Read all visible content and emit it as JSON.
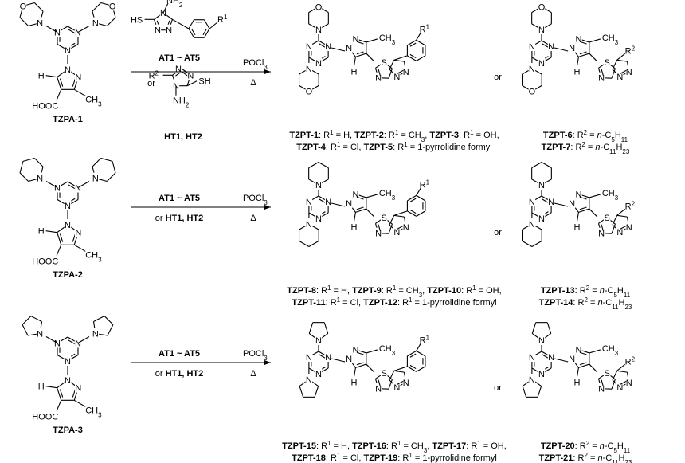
{
  "rows": [
    {
      "start": {
        "label": "TZPA-1",
        "amine": "morpholine"
      },
      "reagents": {
        "top": "AT1 ~ AT5",
        "middle": "or",
        "bottom": "HT1, HT2"
      },
      "conditions": {
        "reagent": "POCl3",
        "heat": "Δ"
      },
      "products": {
        "aryl_caption": [
          [
            {
              "b": "TZPT-1"
            },
            {
              "t": ": R"
            },
            {
              "sup": "1"
            },
            {
              "t": " = H, "
            },
            {
              "b": "TZPT-2"
            },
            {
              "t": ": R"
            },
            {
              "sup": "1"
            },
            {
              "t": " = CH"
            },
            {
              "sub": "3"
            },
            {
              "t": ", "
            },
            {
              "b": "TZPT-3"
            },
            {
              "t": ": R"
            },
            {
              "sup": "1"
            },
            {
              "t": " = OH,"
            }
          ],
          [
            {
              "b": "TZPT-4"
            },
            {
              "t": ": R"
            },
            {
              "sup": "1"
            },
            {
              "t": " = Cl, "
            },
            {
              "b": "TZPT-5"
            },
            {
              "t": ": R"
            },
            {
              "sup": "1"
            },
            {
              "t": " = 1-pyrrolidine formyl"
            }
          ]
        ],
        "alkyl_caption": [
          [
            {
              "b": "TZPT-6"
            },
            {
              "t": ": R"
            },
            {
              "sup": "2"
            },
            {
              "t": " = "
            },
            {
              "i": "n"
            },
            {
              "t": "-C"
            },
            {
              "sub": "5"
            },
            {
              "t": "H"
            },
            {
              "sub": "11"
            }
          ],
          [
            {
              "b": "TZPT-7"
            },
            {
              "t": ": R"
            },
            {
              "sup": "2"
            },
            {
              "t": " = "
            },
            {
              "i": "n"
            },
            {
              "t": "-C"
            },
            {
              "sub": "11"
            },
            {
              "t": "H"
            },
            {
              "sub": "23"
            }
          ]
        ]
      }
    },
    {
      "start": {
        "label": "TZPA-2",
        "amine": "piperidine"
      },
      "reagents": {
        "top": "AT1 ~ AT5",
        "middle": "or",
        "bottom": "HT1, HT2"
      },
      "conditions": {
        "reagent": "POCl3",
        "heat": "Δ"
      },
      "products": {
        "aryl_caption": [
          [
            {
              "b": "TZPT-8"
            },
            {
              "t": ": R"
            },
            {
              "sup": "1"
            },
            {
              "t": " = H, "
            },
            {
              "b": "TZPT-9"
            },
            {
              "t": ": R"
            },
            {
              "sup": "1"
            },
            {
              "t": " = CH"
            },
            {
              "sub": "3"
            },
            {
              "t": ", "
            },
            {
              "b": "TZPT-10"
            },
            {
              "t": ": R"
            },
            {
              "sup": "1"
            },
            {
              "t": " = OH,"
            }
          ],
          [
            {
              "b": "TZPT-11"
            },
            {
              "t": ": R"
            },
            {
              "sup": "1"
            },
            {
              "t": " = Cl, "
            },
            {
              "b": "TZPT-12"
            },
            {
              "t": ": R"
            },
            {
              "sup": "1"
            },
            {
              "t": " = 1-pyrrolidine formyl"
            }
          ]
        ],
        "alkyl_caption": [
          [
            {
              "b": "TZPT-13"
            },
            {
              "t": ": R"
            },
            {
              "sup": "2"
            },
            {
              "t": " = "
            },
            {
              "i": "n"
            },
            {
              "t": "-C"
            },
            {
              "sub": "5"
            },
            {
              "t": "H"
            },
            {
              "sub": "11"
            }
          ],
          [
            {
              "b": "TZPT-14"
            },
            {
              "t": ": R"
            },
            {
              "sup": "2"
            },
            {
              "t": " = "
            },
            {
              "i": "n"
            },
            {
              "t": "-C"
            },
            {
              "sub": "11"
            },
            {
              "t": "H"
            },
            {
              "sub": "23"
            }
          ]
        ]
      }
    },
    {
      "start": {
        "label": "TZPA-3",
        "amine": "pyrrolidine"
      },
      "reagents": {
        "top": "AT1 ~ AT5",
        "middle": "",
        "bottom": "or HT1, HT2"
      },
      "conditions": {
        "reagent": "POCl3",
        "heat": "Δ"
      },
      "products": {
        "aryl_caption": [
          [
            {
              "b": "TZPT-15"
            },
            {
              "t": ": R"
            },
            {
              "sup": "1"
            },
            {
              "t": " = H, "
            },
            {
              "b": "TZPT-16"
            },
            {
              "t": ": R"
            },
            {
              "sup": "1"
            },
            {
              "t": " = CH"
            },
            {
              "sub": "3"
            },
            {
              "t": ", "
            },
            {
              "b": "TZPT-17"
            },
            {
              "t": ": R"
            },
            {
              "sup": "1"
            },
            {
              "t": " = OH,"
            }
          ],
          [
            {
              "b": "TZPT-18"
            },
            {
              "t": ": R"
            },
            {
              "sup": "1"
            },
            {
              "t": " = Cl, "
            },
            {
              "b": "TZPT-19"
            },
            {
              "t": ": R"
            },
            {
              "sup": "1"
            },
            {
              "t": " = 1-pyrrolidine formyl"
            }
          ]
        ],
        "alkyl_caption": [
          [
            {
              "b": "TZPT-20"
            },
            {
              "t": ": R"
            },
            {
              "sup": "2"
            },
            {
              "t": " = "
            },
            {
              "i": "n"
            },
            {
              "t": "-C"
            },
            {
              "sub": "5"
            },
            {
              "t": "H"
            },
            {
              "sub": "11"
            }
          ],
          [
            {
              "b": "TZPT-21"
            },
            {
              "t": ": R"
            },
            {
              "sup": "2"
            },
            {
              "t": " = "
            },
            {
              "i": "n"
            },
            {
              "t": "-C"
            },
            {
              "sub": "11"
            },
            {
              "t": "H"
            },
            {
              "sub": "23"
            }
          ]
        ]
      }
    }
  ],
  "reagent_structures": {
    "aryl_triazole": {
      "labels": [
        "NH2",
        "HS",
        "N",
        "N",
        "R1"
      ],
      "caption": "AT1 ~ AT5"
    },
    "alkyl_triazole": {
      "labels": [
        "N",
        "N",
        "R2",
        "SH",
        "NH2"
      ],
      "caption": "HT1, HT2"
    },
    "or_text": "or"
  },
  "product_or": "or",
  "atom_labels": {
    "N": "N",
    "O": "O",
    "S": "S",
    "H": "H",
    "CH3": "CH3",
    "HOOC": "HOOC",
    "R1": "R1",
    "R2": "R2",
    "NH2": "NH2",
    "HS": "HS",
    "SH": "SH"
  }
}
